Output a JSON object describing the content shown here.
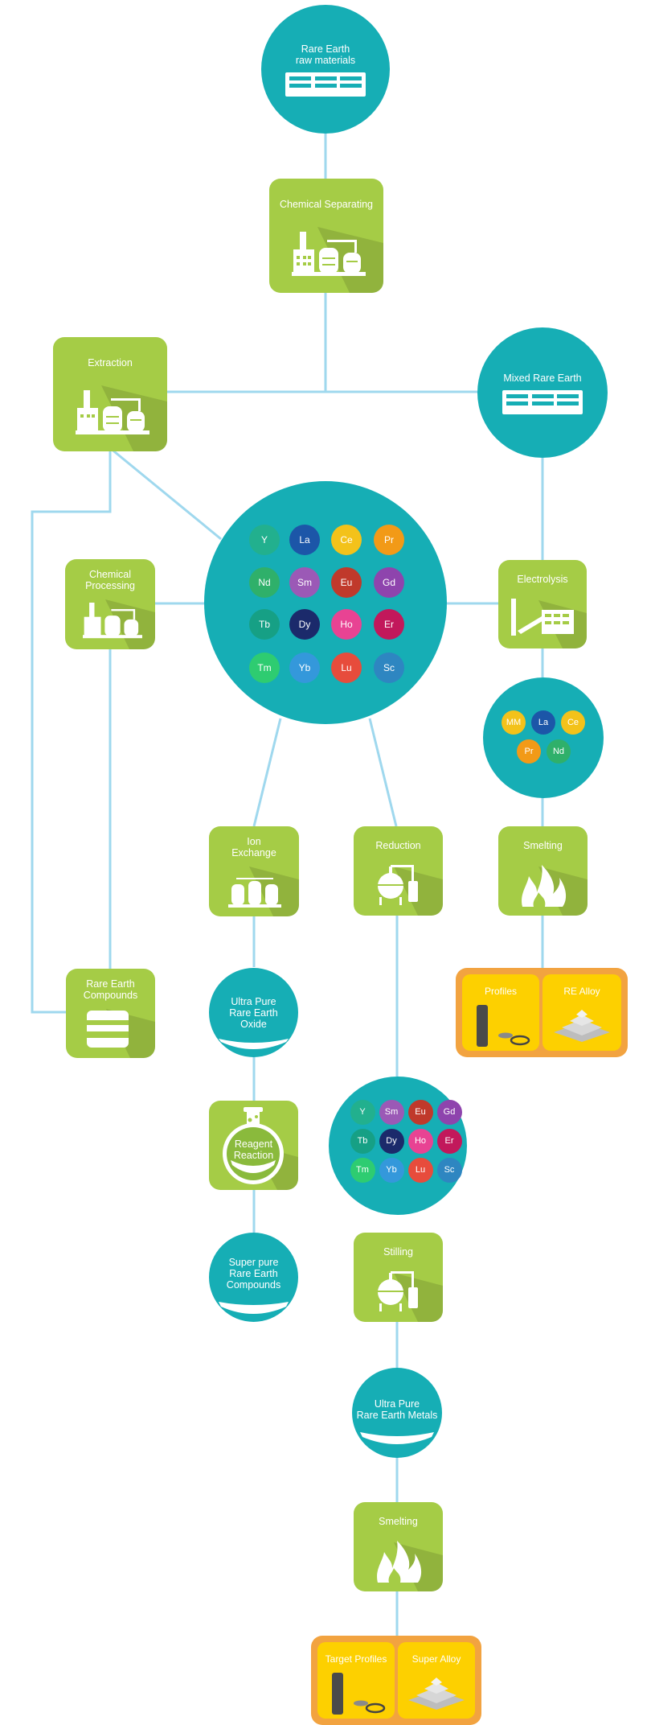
{
  "colors": {
    "teal": "#16aeb5",
    "green": "#a5cc46",
    "line": "#9fd8ee",
    "orange": "#f2a340",
    "yellow": "#fdd000"
  },
  "nodes": {
    "raw_materials": [
      "Rare Earth",
      "raw materials"
    ],
    "chemical_separating": [
      "Chemical Separating"
    ],
    "extraction": [
      "Extraction"
    ],
    "mixed_rare_earth": [
      "Mixed Rare Earth"
    ],
    "chemical_processing": [
      "Chemical",
      "Processing"
    ],
    "electrolysis": [
      "Electrolysis"
    ],
    "ion_exchange": [
      "Ion",
      "Exchange"
    ],
    "reduction": [
      "Reduction"
    ],
    "smelting_1": [
      "Smelting"
    ],
    "rare_earth_compounds": [
      "Rare Earth",
      "Compounds"
    ],
    "ultra_pure_oxide": [
      "Ultra Pure",
      "Rare Earth",
      "Oxide"
    ],
    "reagent_reaction": [
      "Reagent",
      "Reaction"
    ],
    "super_pure_compounds": [
      "Super pure",
      "Rare Earth",
      "Compounds"
    ],
    "stilling": [
      "Stilling"
    ],
    "ultra_pure_metals": [
      "Ultra Pure",
      "Rare Earth Metals"
    ],
    "smelting_2": [
      "Smelting"
    ]
  },
  "elements_main": [
    {
      "symbol": "Y",
      "color": "#22b08e"
    },
    {
      "symbol": "La",
      "color": "#1c56a8"
    },
    {
      "symbol": "Ce",
      "color": "#f3c21a"
    },
    {
      "symbol": "Pr",
      "color": "#f29a17"
    },
    {
      "symbol": "Nd",
      "color": "#2fb06a"
    },
    {
      "symbol": "Sm",
      "color": "#9b59b6"
    },
    {
      "symbol": "Eu",
      "color": "#c0392b"
    },
    {
      "symbol": "Gd",
      "color": "#8e44ad"
    },
    {
      "symbol": "Tb",
      "color": "#16a085"
    },
    {
      "symbol": "Dy",
      "color": "#1b2a6b"
    },
    {
      "symbol": "Ho",
      "color": "#e84393"
    },
    {
      "symbol": "Er",
      "color": "#c2185b"
    },
    {
      "symbol": "Tm",
      "color": "#2ecc71"
    },
    {
      "symbol": "Yb",
      "color": "#3498db"
    },
    {
      "symbol": "Lu",
      "color": "#e74c3c"
    },
    {
      "symbol": "Sc",
      "color": "#2e86c1"
    }
  ],
  "elements_mixed": [
    {
      "symbol": "MM",
      "color": "#f3c21a"
    },
    {
      "symbol": "La",
      "color": "#1c56a8"
    },
    {
      "symbol": "Ce",
      "color": "#f3c21a"
    },
    {
      "symbol": "Pr",
      "color": "#f29a17"
    },
    {
      "symbol": "Nd",
      "color": "#2fb06a"
    }
  ],
  "elements_reduction": [
    {
      "symbol": "Y",
      "color": "#22b08e"
    },
    {
      "symbol": "Sm",
      "color": "#9b59b6"
    },
    {
      "symbol": "Eu",
      "color": "#c0392b"
    },
    {
      "symbol": "Gd",
      "color": "#8e44ad"
    },
    {
      "symbol": "Tb",
      "color": "#16a085"
    },
    {
      "symbol": "Dy",
      "color": "#1b2a6b"
    },
    {
      "symbol": "Ho",
      "color": "#e84393"
    },
    {
      "symbol": "Er",
      "color": "#c2185b"
    },
    {
      "symbol": "Tm",
      "color": "#2ecc71"
    },
    {
      "symbol": "Yb",
      "color": "#3498db"
    },
    {
      "symbol": "Lu",
      "color": "#e74c3c"
    },
    {
      "symbol": "Sc",
      "color": "#2e86c1"
    }
  ],
  "products_1": {
    "profiles": "Profiles",
    "re_alloy": "RE Alloy"
  },
  "products_2": {
    "target_profiles": "Target Profiles",
    "super_alloy": "Super Alloy"
  },
  "icons": [
    "factory-icon",
    "ingot-bars-icon",
    "flame-icon",
    "reactor-icon",
    "tank-icon",
    "flask-icon",
    "cylinder-icon",
    "bar-stack-icon",
    "electrolysis-plant-icon"
  ]
}
